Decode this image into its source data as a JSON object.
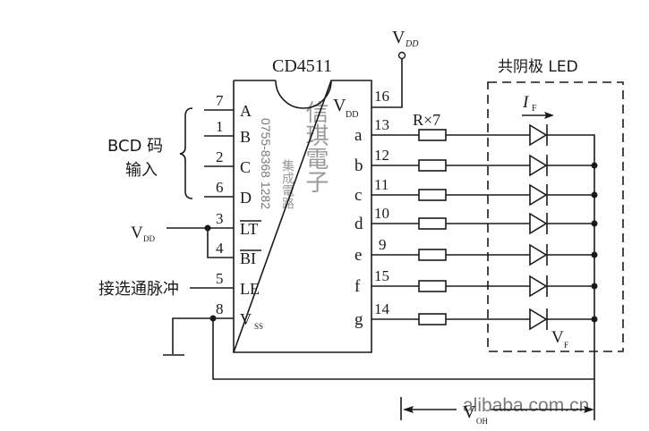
{
  "chip": {
    "name": "CD4511",
    "vdd_pin_label": "V",
    "vdd_pin_sub": "DD",
    "left_pins": [
      {
        "num": "7",
        "label": "A"
      },
      {
        "num": "1",
        "label": "B"
      },
      {
        "num": "2",
        "label": "C"
      },
      {
        "num": "6",
        "label": "D"
      },
      {
        "num": "3",
        "label": "LT",
        "overbar": true
      },
      {
        "num": "4",
        "label": "BI",
        "overbar": true
      },
      {
        "num": "5",
        "label": "LE"
      },
      {
        "num": "8",
        "label": "V",
        "sub": "SS"
      }
    ],
    "top_right_pin": {
      "num": "16"
    },
    "right_pins": [
      {
        "num": "13",
        "label": "a"
      },
      {
        "num": "12",
        "label": "b"
      },
      {
        "num": "11",
        "label": "c"
      },
      {
        "num": "10",
        "label": "d"
      },
      {
        "num": "9",
        "label": "e"
      },
      {
        "num": "15",
        "label": "f"
      },
      {
        "num": "14",
        "label": "g"
      }
    ]
  },
  "labels": {
    "vdd_top": "V",
    "vdd_top_sub": "DD",
    "vdd_left": "V",
    "vdd_left_sub": "DD",
    "bcd_line1": "BCD 码",
    "bcd_line2": "输入",
    "strobe": "接选通脉冲",
    "resistors": "R×7",
    "led_title": "共阴极 LED",
    "if_label": "I",
    "if_sub": "F",
    "vf_label": "V",
    "vf_sub": "F",
    "voh_label": "V",
    "voh_sub": "OH"
  },
  "watermarks": {
    "company": "信琪電子",
    "phone": "0755-8368 1282",
    "tagline": "集成電路",
    "site": "alibaba.com.cn"
  }
}
